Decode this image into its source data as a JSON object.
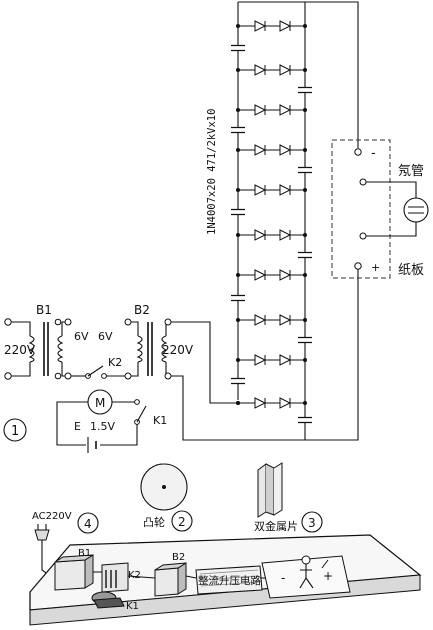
{
  "schematic": {
    "label_b1": "B1",
    "label_b2": "B2",
    "label_220v_in": "220V",
    "label_6v_a": "6V",
    "label_6v_b": "6V",
    "label_220v_out": "220V",
    "label_k2": "K2",
    "label_k1": "K1",
    "label_m": "M",
    "label_e": "E",
    "label_battery": "1.5V",
    "label_multiplier": "1N4007x20  471/2kVx10",
    "label_neon": "氖管",
    "label_paper": "纸板",
    "label_minus": "-",
    "label_plus": "+",
    "fig_num": "1"
  },
  "assembly": {
    "label_ac": "AC220V",
    "fig_num_4": "4",
    "label_cam": "凸轮",
    "fig_num_2": "2",
    "label_bimetal": "双金属片",
    "fig_num_3": "3",
    "label_b1": "B1",
    "label_b2": "B2",
    "label_k2": "K2",
    "label_k1": "K1",
    "label_rectifier": "整流升压电路",
    "label_minus": "-",
    "label_plus": "+"
  }
}
